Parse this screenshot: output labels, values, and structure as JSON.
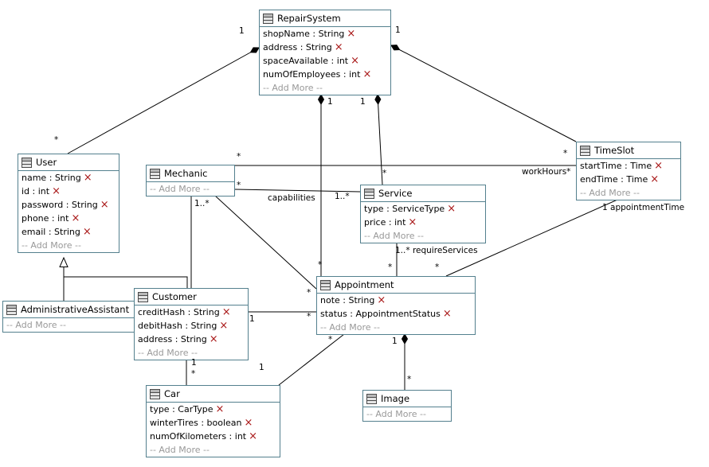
{
  "ui": {
    "add_more_label": "-- Add More --",
    "delete_glyph": "×",
    "colors": {
      "box_border": "#54808e",
      "delete_icon": "#a81616",
      "add_more_text": "#999999",
      "line": "#000000"
    }
  },
  "classes": {
    "repair_system": {
      "name": "RepairSystem",
      "attrs": [
        "shopName : String",
        "address : String",
        "spaceAvailable : int",
        "numOfEmployees : int"
      ]
    },
    "user": {
      "name": "User",
      "attrs": [
        "name : String",
        "id : int",
        "password : String",
        "phone : int",
        "email : String"
      ]
    },
    "mechanic": {
      "name": "Mechanic",
      "attrs": []
    },
    "time_slot": {
      "name": "TimeSlot",
      "attrs": [
        "startTime : Time",
        "endTime : Time"
      ]
    },
    "service": {
      "name": "Service",
      "attrs": [
        "type : ServiceType",
        "price : int"
      ]
    },
    "appointment": {
      "name": "Appointment",
      "attrs": [
        "note : String",
        "status : AppointmentStatus"
      ]
    },
    "administrative_assistant": {
      "name": "AdministrativeAssistant",
      "attrs": []
    },
    "customer": {
      "name": "Customer",
      "attrs": [
        "creditHash : String",
        "debitHash : String",
        "address : String"
      ]
    },
    "car": {
      "name": "Car",
      "attrs": [
        "type : CarType",
        "winterTires : boolean",
        "numOfKilometers : int"
      ]
    },
    "image": {
      "name": "Image",
      "attrs": []
    }
  },
  "edge_labels": [
    {
      "text": "1",
      "at": "repairsystem-end-of-user-assoc"
    },
    {
      "text": "*",
      "at": "user-end-of-repairsystem-assoc"
    },
    {
      "text": "1",
      "at": "repairsystem-end-of-timeslot-assoc"
    },
    {
      "text": "*",
      "at": "timeslot-end-of-repairsystem-assoc"
    },
    {
      "text": "1",
      "at": "repairsystem-end-of-appointment-assoc"
    },
    {
      "text": "1",
      "at": "repairsystem-end-of-service-assoc"
    },
    {
      "text": "*",
      "at": "mechanic-end-of-workhours-assoc"
    },
    {
      "text": "workHours*",
      "at": "timeslot-end-of-workhours-assoc"
    },
    {
      "text": "*",
      "at": "mechanic-end-of-capabilities-assoc"
    },
    {
      "text": "capabilities",
      "at": "capabilities-role-label"
    },
    {
      "text": "1..*",
      "at": "service-end-of-capabilities-assoc"
    },
    {
      "text": "1..*",
      "at": "mechanic-end-of-customer-assoc"
    },
    {
      "text": "*",
      "at": "service-end-of-repairsystem-assoc"
    },
    {
      "text": "1..* requireServices",
      "at": "service-end-of-requireservices-assoc"
    },
    {
      "text": "*",
      "at": "appointment-end-of-requireservices-assoc"
    },
    {
      "text": "*",
      "at": "appointment-end-of-repairsystem-assoc"
    },
    {
      "text": "*",
      "at": "appointment-end-of-appointmenttime-assoc"
    },
    {
      "text": "1 appointmentTime",
      "at": "timeslot-end-of-appointmenttime-assoc"
    },
    {
      "text": "*",
      "at": "appointment-end-of-mechanic-assoc"
    },
    {
      "text": "1",
      "at": "customer-end-of-appointment-assoc"
    },
    {
      "text": "*",
      "at": "appointment-end-of-customer-assoc"
    },
    {
      "text": "1",
      "at": "customer-end-of-car-assoc"
    },
    {
      "text": "*",
      "at": "car-end-of-customer-assoc"
    },
    {
      "text": "1",
      "at": "car-end-of-appointment-assoc"
    },
    {
      "text": "*",
      "at": "appointment-end-of-car-assoc"
    },
    {
      "text": "1",
      "at": "appointment-end-of-image-assoc"
    },
    {
      "text": "*",
      "at": "image-end-of-appointment-assoc"
    }
  ]
}
